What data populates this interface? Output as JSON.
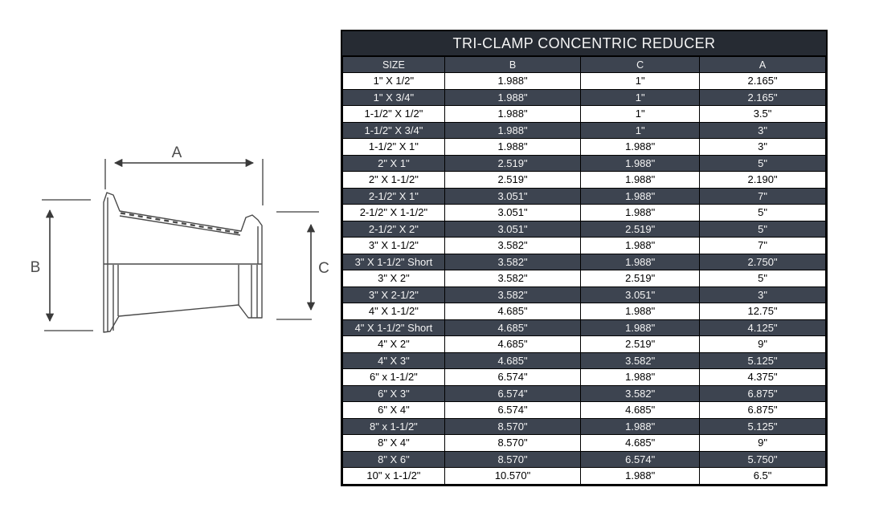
{
  "title": "TRI-CLAMP CONCENTRIC REDUCER",
  "diagram": {
    "labels": {
      "a": "A",
      "b": "B",
      "c": "C"
    },
    "line_color": "#4a4a4a",
    "dimension_color": "#3a3a3a",
    "extension_color": "#757575",
    "label_color": "#4d4d4d"
  },
  "table": {
    "headers": [
      "SIZE",
      "B",
      "C",
      "A"
    ],
    "rows": [
      [
        "1\" X 1/2\"",
        "1.988\"",
        "1\"",
        "2.165\""
      ],
      [
        "1\" X 3/4\"",
        "1.988\"",
        "1\"",
        "2.165\""
      ],
      [
        "1-1/2\" X 1/2\"",
        "1.988\"",
        "1\"",
        "3.5\""
      ],
      [
        "1-1/2\" X 3/4\"",
        "1.988\"",
        "1\"",
        "3\""
      ],
      [
        "1-1/2\" X 1\"",
        "1.988\"",
        "1.988\"",
        "3\""
      ],
      [
        "2\" X 1\"",
        "2.519\"",
        "1.988\"",
        "5\""
      ],
      [
        "2\" X 1-1/2\"",
        "2.519\"",
        "1.988\"",
        "2.190\""
      ],
      [
        "2-1/2\" X 1\"",
        "3.051\"",
        "1.988\"",
        "7\""
      ],
      [
        "2-1/2\" X 1-1/2\"",
        "3.051\"",
        "1.988\"",
        "5\""
      ],
      [
        "2-1/2\" X 2\"",
        "3.051\"",
        "2.519\"",
        "5\""
      ],
      [
        "3\" X 1-1/2\"",
        "3.582\"",
        "1.988\"",
        "7\""
      ],
      [
        "3\" X 1-1/2\" Short",
        "3.582\"",
        "1.988\"",
        "2.750\""
      ],
      [
        "3\" X 2\"",
        "3.582\"",
        "2.519\"",
        "5\""
      ],
      [
        "3\" X 2-1/2\"",
        "3.582\"",
        "3.051\"",
        "3\""
      ],
      [
        "4\" X 1-1/2\"",
        "4.685\"",
        "1.988\"",
        "12.75\""
      ],
      [
        "4\" X 1-1/2\" Short",
        "4.685\"",
        "1.988\"",
        "4.125\""
      ],
      [
        "4\" X 2\"",
        "4.685\"",
        "2.519\"",
        "9\""
      ],
      [
        "4\" X 3\"",
        "4.685\"",
        "3.582\"",
        "5.125\""
      ],
      [
        "6\" x 1-1/2\"",
        "6.574\"",
        "1.988\"",
        "4.375\""
      ],
      [
        "6\" X 3\"",
        "6.574\"",
        "3.582\"",
        "6.875\""
      ],
      [
        "6\" X 4\"",
        "6.574\"",
        "4.685\"",
        "6.875\""
      ],
      [
        "8\" x 1-1/2\"",
        "8.570\"",
        "1.988\"",
        "5.125\""
      ],
      [
        "8\" X 4\"",
        "8.570\"",
        "4.685\"",
        "9\""
      ],
      [
        "8\" X 6\"",
        "8.570\"",
        "6.574\"",
        "5.750\""
      ],
      [
        "10\" x 1-1/2\"",
        "10.570\"",
        "1.988\"",
        "6.5\""
      ]
    ],
    "colors": {
      "title_bg": "#262b33",
      "header_bg": "#3d4450",
      "dark_row_bg": "#3d4450",
      "dark_row_text": "#f4f4f4",
      "light_row_bg": "#ffffff",
      "light_row_text": "#000000",
      "border": "#000000"
    }
  }
}
